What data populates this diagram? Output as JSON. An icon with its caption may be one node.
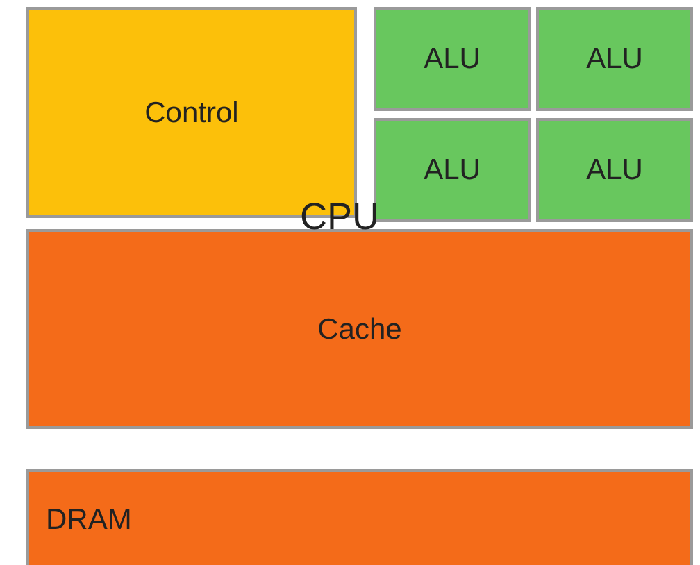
{
  "diagram": {
    "nodes": [
      {
        "text": [
          "Control"
        ]
      },
      {
        "text": [
          "ALU"
        ]
      },
      {
        "text": [
          "ALU"
        ]
      },
      {
        "text": [
          "ALU"
        ]
      },
      {
        "text": [
          "ALU"
        ]
      },
      {
        "text": [
          "Cache"
        ]
      },
      {
        "text": [
          "DRAM"
        ]
      }
    ],
    "labels": [
      "CPU"
    ]
  }
}
